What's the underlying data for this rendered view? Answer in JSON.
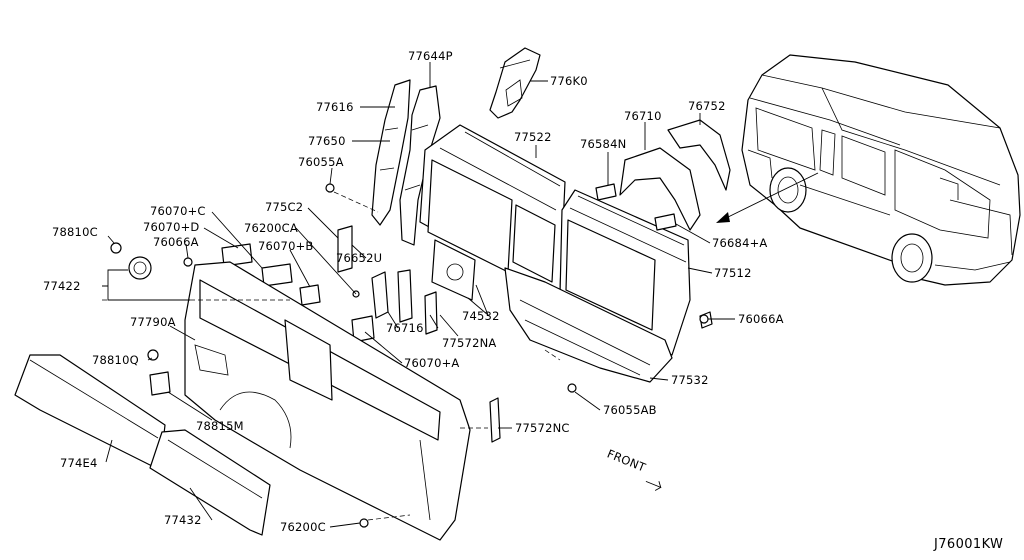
{
  "diagram_code": "J76001KW",
  "direction_label": "FRONT",
  "part_labels": {
    "p77644P": "77644P",
    "p776K0": "776K0",
    "p77616": "77616",
    "p77650": "77650",
    "p76055A": "76055A",
    "p77522": "77522",
    "p76584N": "76584N",
    "p76710": "76710",
    "p76752": "76752",
    "p76684A": "76684+A",
    "p77512": "77512",
    "p76066A_right": "76066A",
    "p77532": "77532",
    "p76055AB": "76055AB",
    "p77572NC": "77572NC",
    "p74532": "74532",
    "p77572NA": "77572NA",
    "p76716": "76716",
    "p76070A": "76070+A",
    "p76652U": "76652U",
    "p775C2": "775C2",
    "p76200CA": "76200CA",
    "p76070B": "76070+B",
    "p76070C": "76070+C",
    "p76070D": "76070+D",
    "p76066A_left": "76066A",
    "p78810C": "78810C",
    "p77422": "77422",
    "p77790A": "77790A",
    "p78810Q": "78810Q",
    "p78815M": "78815M",
    "p774E4": "774E4",
    "p77432": "77432",
    "p76200C": "76200C"
  }
}
